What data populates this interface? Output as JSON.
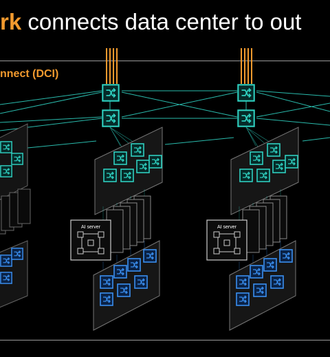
{
  "title": {
    "highlight": "rk",
    "rest": " connects data center to out"
  },
  "section_label": "nnect (DCI)",
  "server_label": "AI server",
  "colors": {
    "background": "#000000",
    "accent_orange": "#f29a2e",
    "teal": "#2fd0c0",
    "blue": "#2f7fe0",
    "divider": "#9a9a9a"
  },
  "icons": [
    "switch-icon",
    "ai-server-icon",
    "fiber-link-icon"
  ]
}
